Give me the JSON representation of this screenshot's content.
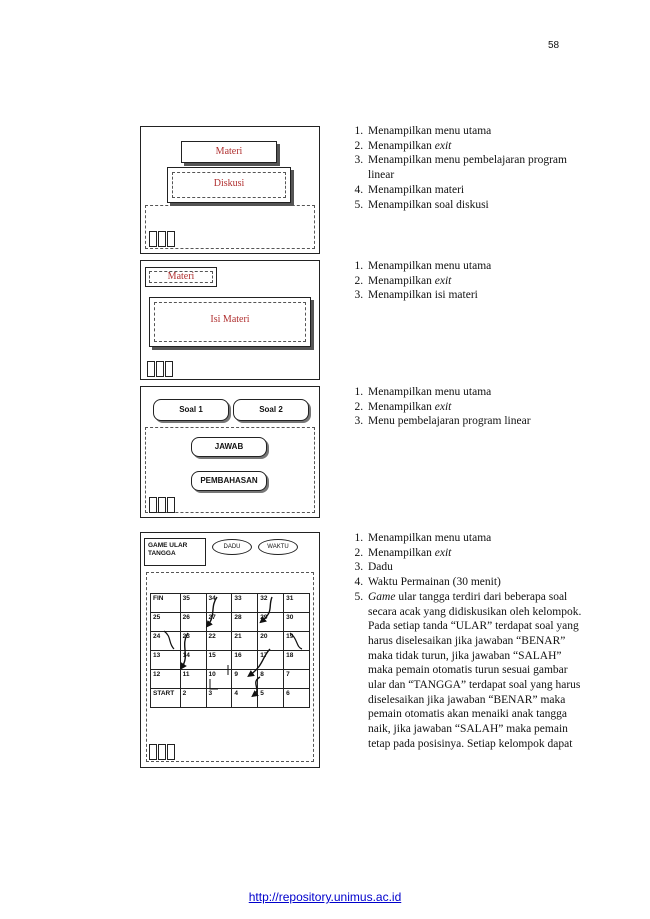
{
  "page_number": "58",
  "footer_url": "http://repository.unimus.ac.id",
  "panels": [
    {
      "labels": [
        "Materi",
        "Diskusi"
      ],
      "items": [
        {
          "text": "Menampilkan menu utama"
        },
        {
          "text": "Menampilkan ",
          "em": "exit"
        },
        {
          "text": "Menampilkan menu pembelajaran program linear"
        },
        {
          "text": "Menampilkan materi"
        },
        {
          "text": "Menampilkan soal diskusi"
        }
      ]
    },
    {
      "labels": [
        "Materi",
        "Isi Materi"
      ],
      "items": [
        {
          "text": "Menampilkan menu utama"
        },
        {
          "text": "Menampilkan ",
          "em": "exit"
        },
        {
          "text": "Menampilkan isi materi"
        }
      ]
    },
    {
      "labels": [
        "Soal 1",
        "Soal 2",
        "JAWAB",
        "PEMBAHASAN"
      ],
      "items": [
        {
          "text": "Menampilkan menu utama"
        },
        {
          "text": "Menampilkan ",
          "em": "exit"
        },
        {
          "text": "Menu pembelajaran program linear"
        }
      ]
    },
    {
      "labels": [
        "GAME ULAR TANGGA",
        "DADU",
        "WAKTU"
      ],
      "board": [
        [
          "FIN",
          "35",
          "34",
          "33",
          "32",
          "31"
        ],
        [
          "25",
          "26",
          "27",
          "28",
          "29",
          "30"
        ],
        [
          "24",
          "23",
          "22",
          "21",
          "20",
          "19"
        ],
        [
          "13",
          "14",
          "15",
          "16",
          "17",
          "18"
        ],
        [
          "12",
          "11",
          "10",
          "9",
          "8",
          "7"
        ],
        [
          "START",
          "2",
          "3",
          "4",
          "5",
          "6"
        ]
      ],
      "items": [
        {
          "text": "Menampilkan menu utama"
        },
        {
          "text": "Menampilkan ",
          "em": "exit"
        },
        {
          "text": "Dadu"
        },
        {
          "text": "Waktu Permainan (30 menit)"
        },
        {
          "em_lead": "Game",
          "text": " ular tangga terdiri dari beberapa soal secara acak yang didiskusikan oleh kelompok. Pada setiap tanda “ULAR” terdapat soal yang harus diselesaikan jika jawaban “BENAR” maka tidak turun, jika jawaban “SALAH” maka pemain otomatis turun sesuai gambar ular dan “TANGGA” terdapat soal yang harus diselesaikan jika jawaban “BENAR” maka pemain otomatis akan menaiki anak tangga naik, jika jawaban “SALAH” maka pemain tetap pada posisinya. Setiap kelompok dapat"
        }
      ]
    }
  ]
}
